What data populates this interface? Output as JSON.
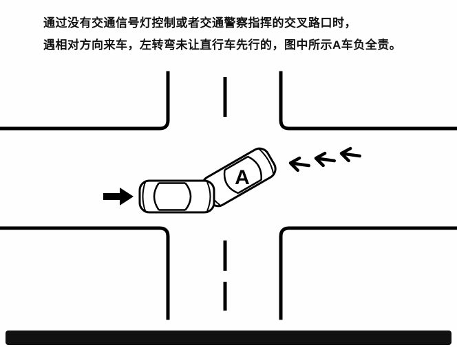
{
  "page": {
    "background": "#fefefe",
    "colors": {
      "road_line": "#000000",
      "car_fill": "#ffffff",
      "bottom_bar": "#111111",
      "text": "#111111"
    }
  },
  "caption": {
    "line1": "通过没有交通信号灯控制或者交通警察指挥的交叉路口时，",
    "line2": "遇相对方向来车，左转弯未让直行车先行的，图中所示A车负全责。"
  },
  "diagram": {
    "description": "四叉路口示意图：A车左转未让直行车先行，发生碰撞",
    "car_a_label": "A",
    "icons": {
      "straight_arrow": "→",
      "oncoming_arrow": "←"
    }
  }
}
